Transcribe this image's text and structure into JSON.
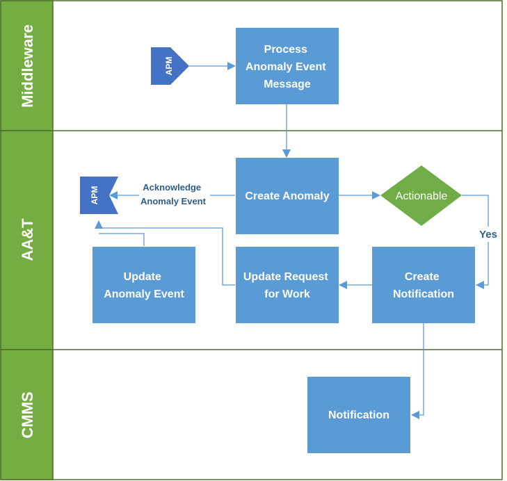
{
  "lanes": [
    {
      "label": "Middleware"
    },
    {
      "label": "AA&T"
    },
    {
      "label": "CMMS"
    }
  ],
  "colors": {
    "lane_header": "#76ad42",
    "lane_border": "#4a6f2a",
    "process_box": "#5b9bd5",
    "apm_shape": "#4472c4",
    "decision": "#70ad47",
    "connector": "#5b9bd5",
    "edge_label": "#2f5d8a"
  },
  "nodes": {
    "apm_source": {
      "label": "APM"
    },
    "process_msg": {
      "lines": [
        "Process",
        "Anomaly Event",
        "Message"
      ]
    },
    "apm_target": {
      "label": "APM"
    },
    "create_anomaly": {
      "lines": [
        "Create Anomaly"
      ]
    },
    "actionable": {
      "label": "Actionable"
    },
    "update_event": {
      "lines": [
        "Update",
        "Anomaly Event"
      ]
    },
    "update_rfw": {
      "lines": [
        "Update Request",
        "for Work"
      ]
    },
    "create_notification": {
      "lines": [
        "Create",
        "Notification"
      ]
    },
    "notification": {
      "lines": [
        "Notification"
      ]
    }
  },
  "edges": {
    "acknowledge": {
      "lines": [
        "Acknowledge",
        "Anomaly Event"
      ]
    },
    "yes": {
      "label": "Yes"
    }
  }
}
